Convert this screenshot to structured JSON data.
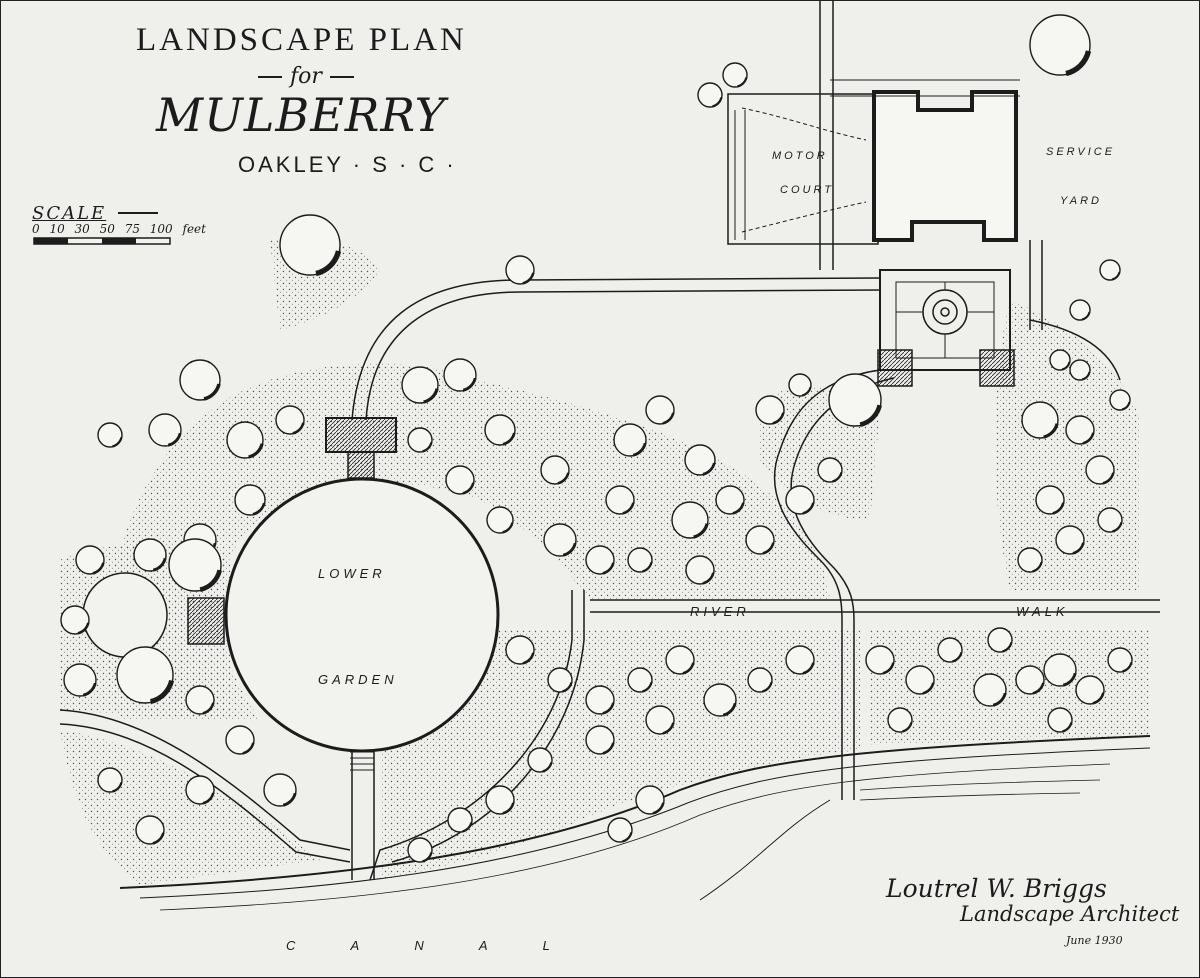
{
  "title": {
    "line1": "LANDSCAPE PLAN",
    "line2": "for",
    "line3": "MULBERRY",
    "line4": "OAKLEY · S · C ·"
  },
  "scale": {
    "label": "SCALE",
    "ticks": "0 10 30 50 75 100 feet"
  },
  "labels": {
    "motor": "MOTOR",
    "court": "COURT",
    "service": "SERVICE",
    "yard": "YARD",
    "lower": "LOWER",
    "garden": "GARDEN",
    "river": "RIVER",
    "walk": "WALK",
    "canal": "C A N A L"
  },
  "signature": {
    "name": "Loutrel W. Briggs",
    "role": "Landscape Architect",
    "date": "June 1930"
  },
  "colors": {
    "paper": "#efefec",
    "ink": "#1c1c1c"
  }
}
